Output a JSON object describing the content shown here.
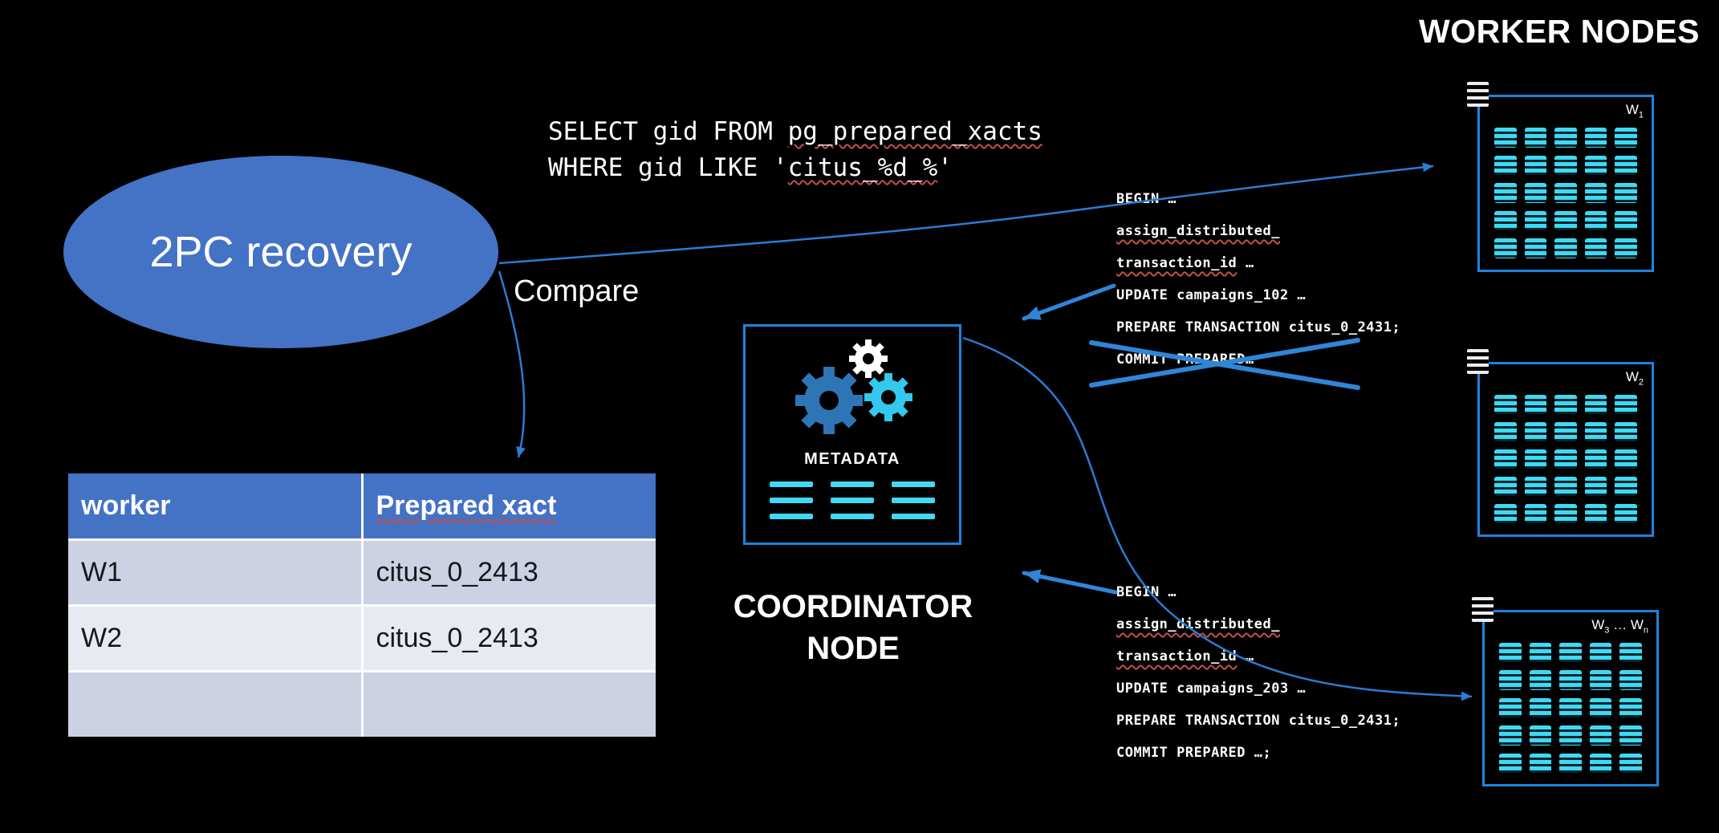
{
  "heading": "WORKER NODES",
  "ellipse_label": "2PC recovery",
  "compare_label": "Compare",
  "sql_lines": [
    [
      {
        "t": "SELECT gid FROM "
      },
      {
        "t": "pg_prepared_xacts",
        "u": true
      }
    ],
    [
      {
        "t": "WHERE gid LIKE '"
      },
      {
        "t": "citus_%d_%",
        "u": true
      },
      {
        "t": "'"
      }
    ]
  ],
  "coordinator": {
    "metadata_label": "METADATA",
    "label_line1": "COORDINATOR",
    "label_line2": "NODE"
  },
  "table": {
    "headers": [
      {
        "t": "worker"
      },
      {
        "t": "Prepared xact",
        "u": true
      }
    ],
    "rows": [
      [
        "W1",
        "citus_0_2413"
      ],
      [
        "W2",
        "citus_0_2413"
      ],
      [
        "",
        ""
      ]
    ]
  },
  "worker_nodes": [
    {
      "label_parts": [
        {
          "t": "W"
        },
        {
          "sub": "1"
        }
      ]
    },
    {
      "label_parts": [
        {
          "t": "W"
        },
        {
          "sub": "2"
        }
      ]
    },
    {
      "label_parts": [
        {
          "t": "W"
        },
        {
          "sub": "3"
        },
        {
          "t": " … "
        },
        {
          "t": "W"
        },
        {
          "sub": "n"
        }
      ]
    }
  ],
  "transactions": [
    {
      "lines": [
        [
          {
            "t": "BEGIN …"
          }
        ],
        [
          {
            "t": "assign_distributed_",
            "u": true
          }
        ],
        [
          {
            "t": "transaction_id",
            "u": true
          },
          {
            "t": " …"
          }
        ],
        [
          {
            "t": "UPDATE campaigns_102 …"
          }
        ],
        [
          {
            "t": "PREPARE TRANSACTION citus_0_2431;"
          }
        ],
        [
          {
            "t": "COMMIT PREPARED…"
          }
        ]
      ]
    },
    {
      "lines": [
        [
          {
            "t": "BEGIN …"
          }
        ],
        [
          {
            "t": "assign_distributed_",
            "u": true
          }
        ],
        [
          {
            "t": "transaction_id",
            "u": true
          },
          {
            "t": " …"
          }
        ],
        [
          {
            "t": "UPDATE campaigns_203 …"
          }
        ],
        [
          {
            "t": "PREPARE TRANSACTION citus_0_2431;"
          }
        ],
        [
          {
            "t": "COMMIT PREPARED …;"
          }
        ]
      ]
    }
  ],
  "icons": {
    "coordinator": "gears-icon",
    "coordinator_list": "list-lines-icon",
    "worker_corner": "server-rack-icon",
    "worker_content": "shard-grid"
  },
  "colors": {
    "accent": "#4472C4",
    "node_border": "#1E84DC",
    "cyan": "#3EDAF4",
    "arrow_thin": "#2B7CD3",
    "arrow_thick": "#2E86D8",
    "squiggle": "#C0504D",
    "gear_blue": "#2E75B6",
    "gear_white": "#FFFFFF",
    "gear_cyan": "#35C8EE",
    "table_band_dark": "#CCD2E4",
    "table_band_light": "#E8EAF2"
  }
}
